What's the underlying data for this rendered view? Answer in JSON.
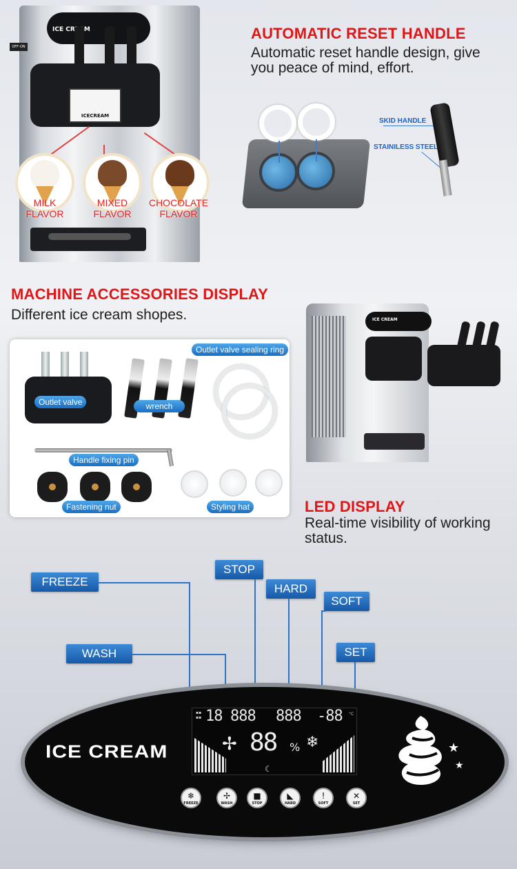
{
  "section1": {
    "title": "AUTOMATIC RESET HANDLE",
    "desc_line1": "Automatic reset handle design, give",
    "desc_line2": "you peace of mind, effort.",
    "machine": {
      "panel_text": "ICE CREAM",
      "switch_label": "OFF-ON",
      "screen_text": "ICECREAM"
    },
    "flavors": [
      {
        "line1": "MILK",
        "line2": "FLAVOR",
        "color": "#f7f3ea"
      },
      {
        "line1": "MIXED",
        "line2": "FLAVOR",
        "color": "#7a4a2a"
      },
      {
        "line1": "CHOCOLATE",
        "line2": "FLAVOR",
        "color": "#6b3a1c"
      }
    ],
    "parts": {
      "skid_handle": "SKID HANDLE",
      "stainless_steel": "STAINILESS STEEL"
    }
  },
  "section2": {
    "title": "MACHINE ACCESSORIES DISPLAY",
    "desc": "Different ice cream shopes.",
    "labels": {
      "outlet_valve": "Outlet valve",
      "wrench": "wrench",
      "sealing_ring": "Outlet valve sealing ring",
      "fixing_pin": "Handle fixing pin",
      "fastening_nut": "Fastening nut",
      "styling_hat": "Styling hat"
    }
  },
  "section3": {
    "title": "LED DISPLAY",
    "desc_line1": "Real-time visibility of working",
    "desc_line2": "status.",
    "machine_panel_text": "ICE CREAM"
  },
  "led_panel": {
    "brand": "ICE CREAM",
    "tags": {
      "freeze": "FREEZE",
      "wash": "WASH",
      "stop": "STOP",
      "hard": "HARD",
      "soft": "SOFT",
      "set": "SET"
    },
    "lcd": {
      "seg1": "18",
      "seg2": "888",
      "seg3": "888",
      "seg4": "-88",
      "big": "88",
      "percent": "%",
      "unit": "°C"
    },
    "buttons": [
      {
        "icon": "snowflake-icon",
        "glyph": "❄",
        "label": "FREEZE"
      },
      {
        "icon": "fan-icon",
        "glyph": "✢",
        "label": "WASH"
      },
      {
        "icon": "stop-icon",
        "glyph": "■",
        "label": "STOP"
      },
      {
        "icon": "hard-icon",
        "glyph": "◣",
        "label": "HARD"
      },
      {
        "icon": "soft-icon",
        "glyph": "!",
        "label": "SOFT"
      },
      {
        "icon": "set-icon",
        "glyph": "✕",
        "label": "SET"
      }
    ],
    "accent_color": "#1a6fc2"
  }
}
